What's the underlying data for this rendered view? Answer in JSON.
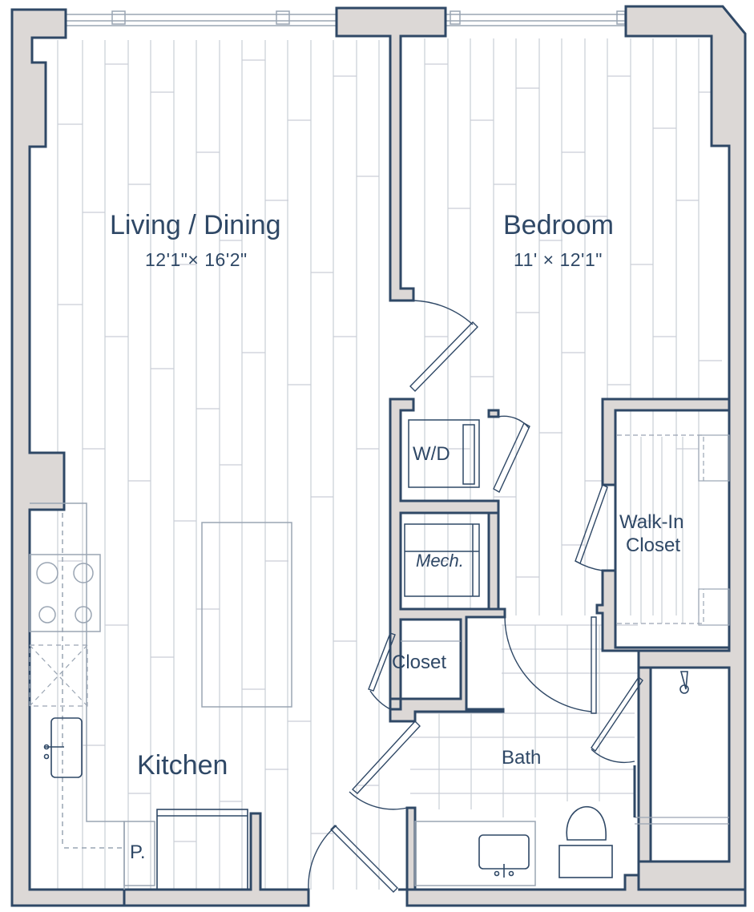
{
  "colors": {
    "wall_fill": "#dcd8d6",
    "wall_outline": "#2f4866",
    "fixture_line": "#9aa5b3",
    "floor_line": "#c9ced6",
    "text": "#2f4866"
  },
  "rooms": {
    "living_dining": {
      "name": "Living / Dining",
      "dimensions": "12'1\"× 16'2\""
    },
    "bedroom": {
      "name": "Bedroom",
      "dimensions": "11' × 12'1\""
    },
    "kitchen": {
      "name": "Kitchen"
    },
    "washer_dryer": {
      "name": "W/D"
    },
    "mechanical": {
      "name": "Mech."
    },
    "closet": {
      "name": "Closet"
    },
    "walk_in_closet": {
      "name_line1": "Walk-In",
      "name_line2": "Closet"
    },
    "bath": {
      "name": "Bath"
    },
    "pantry": {
      "name": "P."
    }
  },
  "icons": [
    "cooktop-icon",
    "refrigerator-icon",
    "sink-icon",
    "toilet-icon",
    "shower-head-icon",
    "dishwasher-icon",
    "window-icon",
    "door-swing-icon"
  ]
}
